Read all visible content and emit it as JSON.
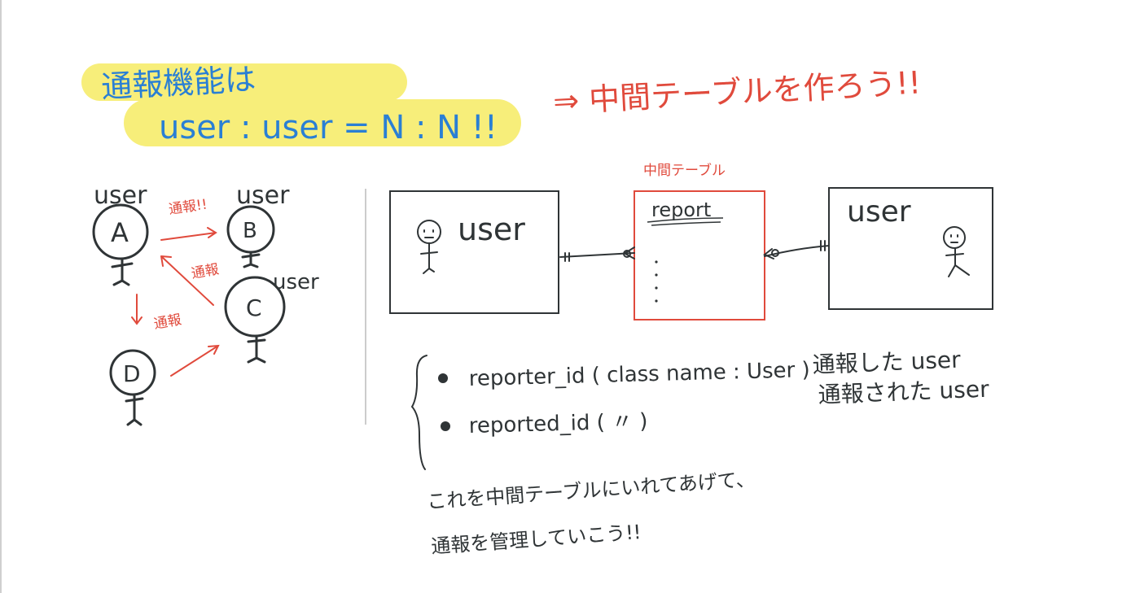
{
  "colors": {
    "ink": "#2f3436",
    "blue": "#2a7fd4",
    "red": "#e04a3c",
    "highlight": "#f7ee7a",
    "divider": "#cccccc"
  },
  "title": {
    "line1": "通報機能は",
    "line2": "user : user = N : N !!",
    "arrow_text": "⇒ 中間テーブルを作ろう!!"
  },
  "left_diagram": {
    "user_labels": [
      "user",
      "user",
      "user"
    ],
    "nodes": [
      "A",
      "B",
      "C",
      "D"
    ],
    "edge_labels": [
      "通報!!",
      "通報",
      "通報"
    ]
  },
  "er_diagram": {
    "left_entity": "user",
    "middle_caption": "中間テーブル",
    "middle_entity": "report",
    "right_entity": "user"
  },
  "fields": [
    {
      "name": "reporter_id ( class name : User )",
      "note": "通報した user"
    },
    {
      "name": "reported_id (        〃        )",
      "note": "通報された user"
    }
  ],
  "footnote": {
    "line1": "これを中間テーブルにいれてあげて、",
    "line2": "通報を管理していこう!!"
  }
}
